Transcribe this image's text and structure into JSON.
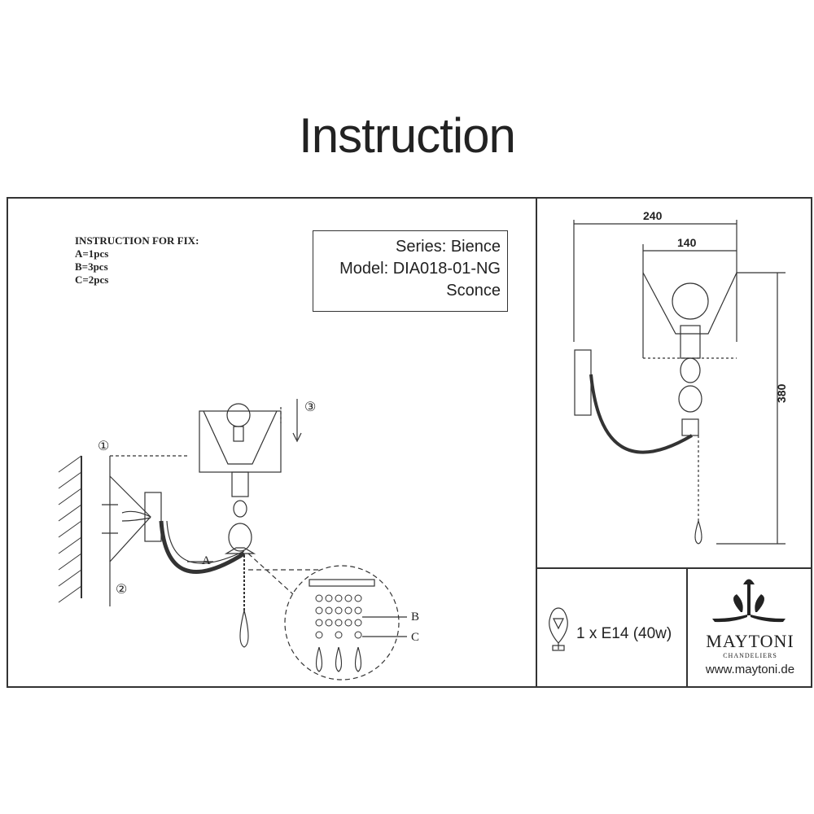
{
  "title": "Instruction",
  "fix": {
    "heading": "INSTRUCTION FOR FIX:",
    "items": [
      "A=1pcs",
      "B=3pcs",
      "C=2pcs"
    ]
  },
  "product": {
    "series": "Series: Bience",
    "model": "Model: DIA018-01-NG",
    "type": "Sconce"
  },
  "steps": [
    "①",
    "②",
    "③"
  ],
  "part_labels": [
    "A",
    "B",
    "C"
  ],
  "dimensions": {
    "width_total": "240",
    "width_shade": "140",
    "height": "380"
  },
  "bulb": {
    "spec": "1 x E14 (40w)"
  },
  "brand": {
    "name": "MAYTONI",
    "subtitle": "CHANDELIERS",
    "url": "www.maytoni.de"
  }
}
